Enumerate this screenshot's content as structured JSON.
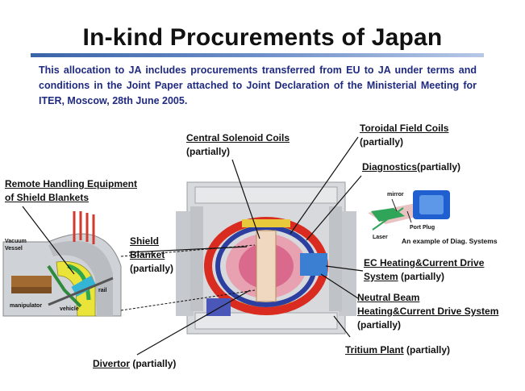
{
  "title": "In-kind Procurements of Japan",
  "intro": "This allocation to JA includes procurements transferred from EU to JA under terms and conditions in the Joint Paper attached to Joint Declaration of the Ministerial Meeting for ITER, Moscow, 28th June 2005.",
  "labels": {
    "central_solenoid": {
      "name": "Central Solenoid Coils",
      "note": "(partially)"
    },
    "toroidal_field": {
      "name": "Toroidal Field Coils",
      "note": "(partially)"
    },
    "diagnostics": {
      "name": "Diagnostics",
      "note": "(partially)"
    },
    "remote_handling": {
      "line1": "Remote Handling Equipment",
      "line2": "of Shield Blankets"
    },
    "shield_blanket": {
      "line1": "Shield",
      "line2": "Blanket",
      "note": "(partially)"
    },
    "ec_heating": {
      "line1": "EC Heating&Current Drive",
      "line2": "System",
      "note": " (partially)"
    },
    "neutral_beam": {
      "line1": "Neutral Beam",
      "line2": "Heating&Current Drive System",
      "note": "(partially)"
    },
    "tritium": {
      "name": "Tritium Plant",
      "note": " (partially)"
    },
    "divertor": {
      "name": "Divertor",
      "note": " (partially)"
    }
  },
  "inset_left": {
    "vacuum_vessel_1": "Vacuum",
    "vacuum_vessel_2": "Vessel",
    "rail": "rail",
    "manipulator": "manipulator",
    "vehicle": "vehicle"
  },
  "inset_right": {
    "mirror": "mirror",
    "port_plug": "Port Plug",
    "laser": "Laser",
    "caption": "An example of Diag. Systems"
  }
}
